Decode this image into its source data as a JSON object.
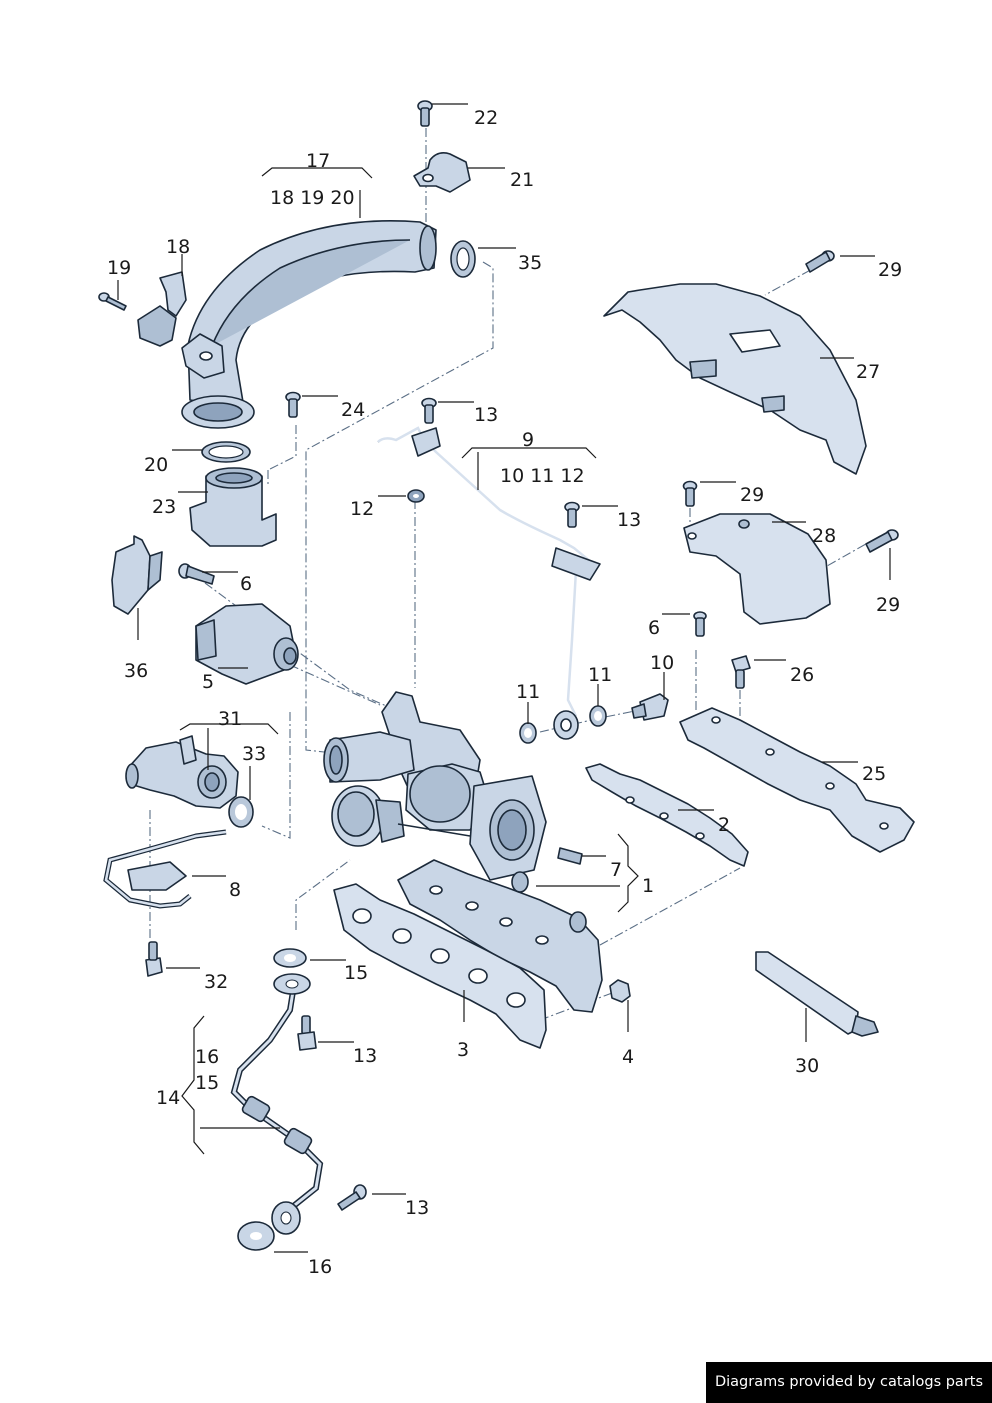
{
  "diagram": {
    "callouts": {
      "c22": "22",
      "c21": "21",
      "c17": "17",
      "c17sub": "18 19 20",
      "c35": "35",
      "c18": "18",
      "c19": "19",
      "c29a": "29",
      "c27": "27",
      "c24": "24",
      "c13a": "13",
      "c9": "9",
      "c9sub": "10  11  12",
      "c20": "20",
      "c23": "23",
      "c12": "12",
      "c13b": "13",
      "c29b": "29",
      "c28": "28",
      "c29c": "29",
      "c6a": "6",
      "c36": "36",
      "c5": "5",
      "c6b": "6",
      "c10": "10",
      "c26": "26",
      "c11a": "11",
      "c11b": "11",
      "c31": "31",
      "c33": "33",
      "c25": "25",
      "c2": "2",
      "c7": "7",
      "c1": "1",
      "c8": "8",
      "c15a": "15",
      "c32": "32",
      "c13c": "13",
      "c3": "3",
      "c4": "4",
      "c30": "30",
      "c16a": "16",
      "c15b": "15",
      "c14": "14",
      "c13d": "13",
      "c16b": "16"
    }
  },
  "footer": {
    "credit": "Diagrams provided by catalogs parts"
  }
}
